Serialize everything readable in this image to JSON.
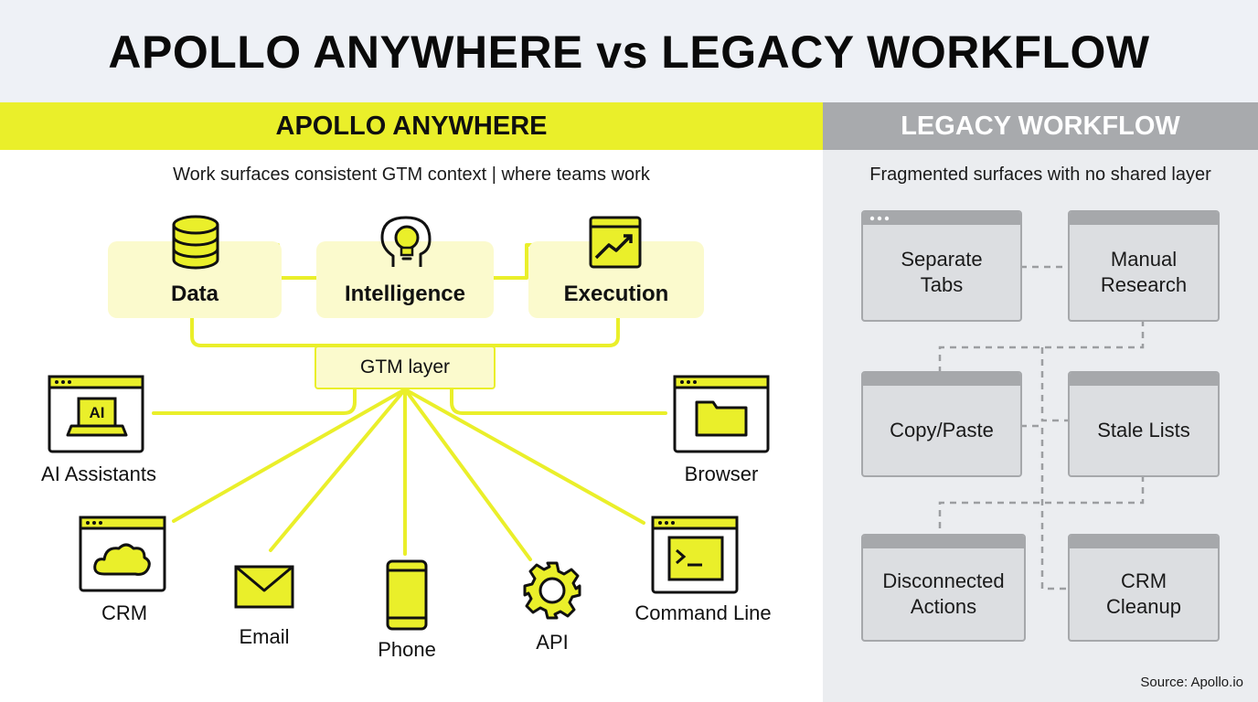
{
  "title": "APOLLO ANYWHERE vs LEGACY WORKFLOW",
  "left": {
    "header": "APOLLO ANYWHERE",
    "subtitle": "Work surfaces consistent GTM context | where teams work",
    "layers": [
      {
        "label": "Data",
        "icon": "database-icon"
      },
      {
        "label": "Intelligence",
        "icon": "lightbulb-head-icon"
      },
      {
        "label": "Execution",
        "icon": "trend-chart-icon"
      }
    ],
    "hub": "GTM layer",
    "surfaces": [
      {
        "label": "AI Assistants",
        "icon": "ai-laptop-window-icon",
        "icon_text": "AI"
      },
      {
        "label": "Browser",
        "icon": "folder-window-icon"
      },
      {
        "label": "CRM",
        "icon": "cloud-window-icon"
      },
      {
        "label": "Email",
        "icon": "envelope-icon"
      },
      {
        "label": "Phone",
        "icon": "phone-icon"
      },
      {
        "label": "API",
        "icon": "gear-icon"
      },
      {
        "label": "Command Line",
        "icon": "terminal-window-icon"
      }
    ],
    "accent": "#eaef2a"
  },
  "right": {
    "header": "LEGACY WORKFLOW",
    "subtitle": "Fragmented surfaces with no shared layer",
    "cards": [
      {
        "label": "Separate\nTabs"
      },
      {
        "label": "Manual\nResearch"
      },
      {
        "label": "Copy/Paste"
      },
      {
        "label": "Stale Lists"
      },
      {
        "label": "Disconnected\nActions"
      },
      {
        "label": "CRM\nCleanup"
      }
    ],
    "accent": "#a8aaad"
  },
  "source": "Source: Apollo.io"
}
